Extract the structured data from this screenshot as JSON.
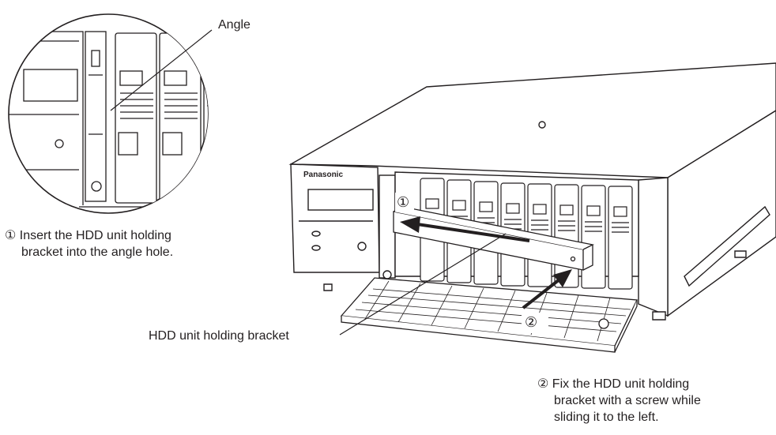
{
  "callouts": {
    "angle": "Angle",
    "bracket": "HDD unit holding bracket",
    "step1_marker": "①",
    "step2_marker": "②"
  },
  "device_brand": "Panasonic",
  "steps": {
    "step1": [
      "① Insert the HDD unit holding",
      "bracket into the angle hole."
    ],
    "step2": [
      "② Fix the HDD unit holding",
      "bracket with a screw while",
      "sliding it to the left."
    ]
  }
}
